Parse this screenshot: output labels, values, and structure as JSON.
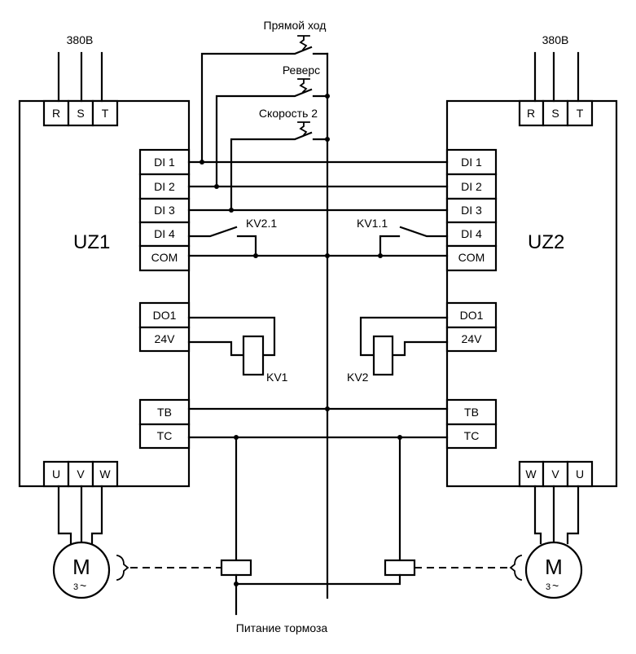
{
  "diagram": {
    "colors": {
      "line": "#000000",
      "background": "#ffffff"
    },
    "supply_label": "380В",
    "input_terminals": [
      "R",
      "S",
      "T"
    ],
    "drives": [
      {
        "name": "UZ1",
        "control_terminals": [
          "DI 1",
          "DI 2",
          "DI 3",
          "DI 4",
          "COM"
        ],
        "output_terminals": [
          "DO1",
          "24V"
        ],
        "brake_terminals": [
          "TB",
          "TC"
        ],
        "motor_terminals": [
          "U",
          "V",
          "W"
        ]
      },
      {
        "name": "UZ2",
        "control_terminals": [
          "DI 1",
          "DI 2",
          "DI 3",
          "DI 4",
          "COM"
        ],
        "output_terminals": [
          "DO1",
          "24V"
        ],
        "brake_terminals": [
          "TB",
          "TC"
        ],
        "motor_terminals": [
          "W",
          "V",
          "U"
        ]
      }
    ],
    "pushbuttons": [
      "Прямой ход",
      "Реверс",
      "Скорость 2"
    ],
    "contacts": {
      "uz1_di4": "KV2.1",
      "uz2_di4": "KV1.1"
    },
    "relays": {
      "left": "KV1",
      "right": "KV2"
    },
    "motor": {
      "symbol": "M",
      "phases": "3",
      "ac": "~"
    },
    "brake_supply_label": "Питание тормоза"
  }
}
